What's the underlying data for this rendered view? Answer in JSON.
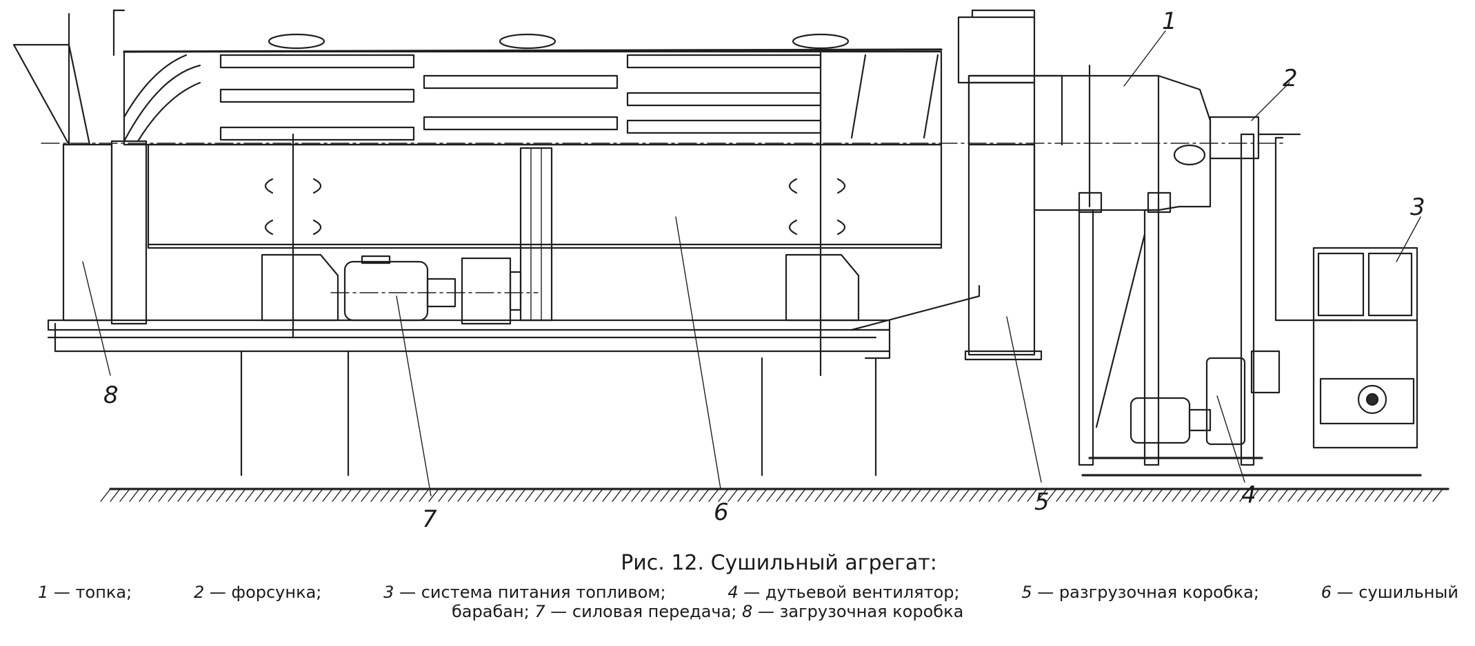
{
  "figure": {
    "caption_title": "Рис. 12. Сушильный агрегат:",
    "callouts": [
      "1",
      "2",
      "3",
      "4",
      "5",
      "6",
      "7",
      "8"
    ],
    "legend": [
      {
        "num": "1",
        "text": "— топка;"
      },
      {
        "num": "2",
        "text": "— форсунка;"
      },
      {
        "num": "3",
        "text": "— система питания топливом;"
      },
      {
        "num": "4",
        "text": "— дутьевой вентилятор;"
      },
      {
        "num": "5",
        "text": "— разгрузочная коробка;"
      },
      {
        "num": "6",
        "text": "— сушильный"
      },
      {
        "cont": "барабан;"
      },
      {
        "num": "7",
        "text": "— силовая передача;"
      },
      {
        "num": "8",
        "text": "— загрузочная коробка"
      }
    ]
  }
}
